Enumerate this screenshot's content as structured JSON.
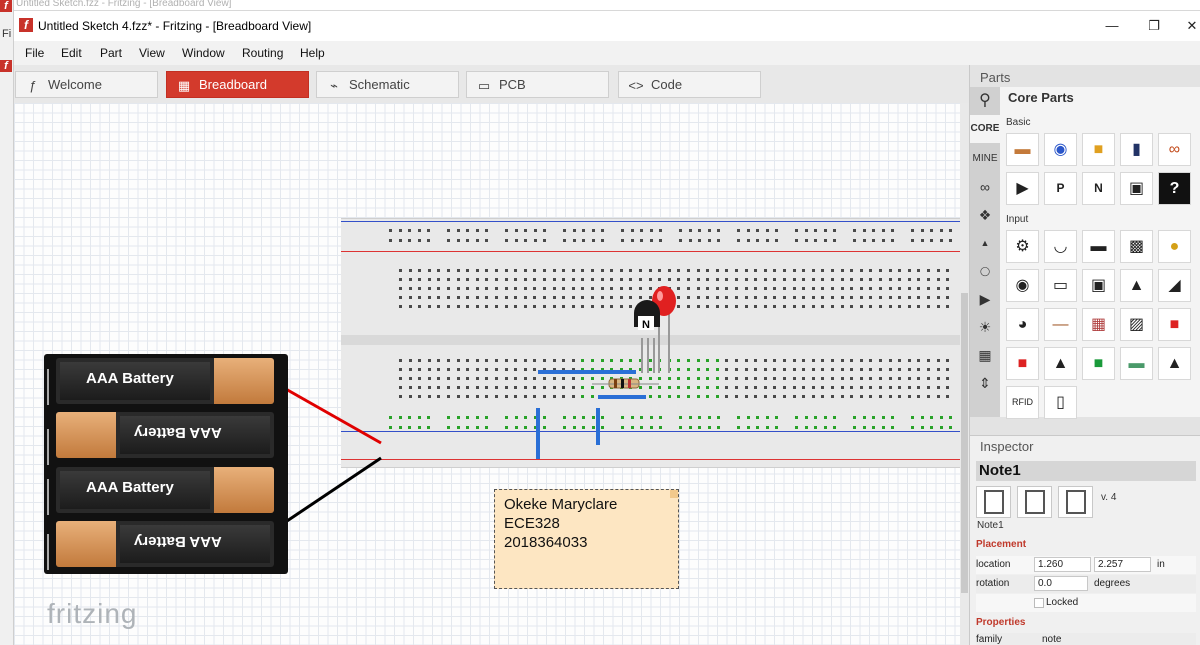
{
  "bg_window": {
    "title": "Untitled Sketch.fzz - Fritzing - [Breadboard View]",
    "side_label": "Fi"
  },
  "window": {
    "title": "Untitled Sketch 4.fzz* - Fritzing - [Breadboard View]",
    "minimize": "—",
    "maximize": "❐",
    "close": "✕"
  },
  "menu": [
    "File",
    "Edit",
    "Part",
    "View",
    "Window",
    "Routing",
    "Help"
  ],
  "tabs": [
    {
      "label": "Welcome",
      "icon": "ƒ"
    },
    {
      "label": "Breadboard",
      "icon": "▦"
    },
    {
      "label": "Schematic",
      "icon": "⌁"
    },
    {
      "label": "PCB",
      "icon": "▭"
    },
    {
      "label": "Code",
      "icon": "<>"
    }
  ],
  "active_tab": "Breadboard",
  "batteries": [
    "AAA Battery",
    "AAA Battery",
    "AAA Battery",
    "AAA Battery"
  ],
  "transistor_label": "N",
  "note": {
    "line1": "Okeke Maryclare",
    "line2": "ECE328",
    "line3": "2018364033"
  },
  "logo_text": "fritzing",
  "parts_panel": {
    "header": "Parts",
    "search_title": "Core Parts",
    "bin_tabs": [
      "CORE",
      "MINE"
    ],
    "sections": [
      "Basic",
      "Input"
    ],
    "part_labels": {
      "p_transistor": "P",
      "n_transistor": "N",
      "mystery": "?",
      "rfid": "RFID"
    }
  },
  "inspector": {
    "header": "Inspector",
    "title": "Note1",
    "version": "v. 4",
    "image_caption": "Note1",
    "placement_label": "Placement",
    "location_label": "location",
    "location_x": "1.260",
    "location_y": "2.257",
    "location_unit": "in",
    "rotation_label": "rotation",
    "rotation_value": "0.0",
    "rotation_unit": "degrees",
    "locked_label": "Locked",
    "properties_label": "Properties",
    "family_label": "family",
    "family_value": "note"
  },
  "colors": {
    "accent": "#d33a2c",
    "note_bg": "#fde6c2",
    "wire_red": "#e00000",
    "wire_blue": "#2a6fd6",
    "led": "#e02020"
  }
}
